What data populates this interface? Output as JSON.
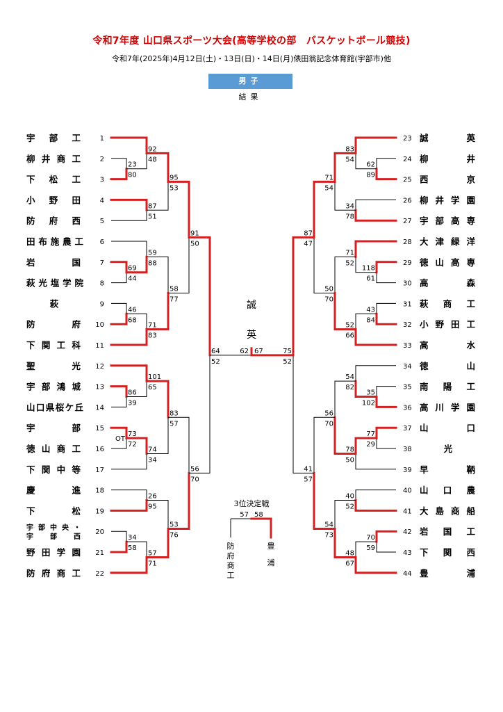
{
  "header": {
    "title": "令和7年度 山口県スポーツ大会(高等学校の部　バスケットボール競技)",
    "subtitle": "令和7年(2025年)4月12日(土)・13日(日)・14日(月)俵田翁記念体育館(宇部市)他",
    "division": "男子",
    "results_label": "結果"
  },
  "champion": [
    "誠",
    "英"
  ],
  "left_teams": [
    {
      "seed": "1",
      "name": "宇部工"
    },
    {
      "seed": "2",
      "name": "柳井商工"
    },
    {
      "seed": "3",
      "name": "下松工"
    },
    {
      "seed": "4",
      "name": "小野田"
    },
    {
      "seed": "5",
      "name": "防府西"
    },
    {
      "seed": "6",
      "name": "田布施農工"
    },
    {
      "seed": "7",
      "name": "岩国"
    },
    {
      "seed": "8",
      "name": "萩光塩学院"
    },
    {
      "seed": "9",
      "name": "萩"
    },
    {
      "seed": "10",
      "name": "防府"
    },
    {
      "seed": "11",
      "name": "下関工科"
    },
    {
      "seed": "12",
      "name": "聖光"
    },
    {
      "seed": "13",
      "name": "宇部鴻城"
    },
    {
      "seed": "14",
      "name": "山口県桜ケ丘"
    },
    {
      "seed": "15",
      "name": "宇部"
    },
    {
      "seed": "16",
      "name": "徳山商工"
    },
    {
      "seed": "17",
      "name": "下関中等"
    },
    {
      "seed": "18",
      "name": "慶進"
    },
    {
      "seed": "19",
      "name": "下松"
    },
    {
      "seed": "20",
      "name": "宇部中央・宇部西"
    },
    {
      "seed": "21",
      "name": "野田学園"
    },
    {
      "seed": "22",
      "name": "防府商工"
    }
  ],
  "right_teams": [
    {
      "seed": "23",
      "name": "誠英"
    },
    {
      "seed": "24",
      "name": "柳井"
    },
    {
      "seed": "25",
      "name": "西京"
    },
    {
      "seed": "26",
      "name": "柳井学園"
    },
    {
      "seed": "27",
      "name": "宇部高専"
    },
    {
      "seed": "28",
      "name": "大津緑洋"
    },
    {
      "seed": "29",
      "name": "徳山高専"
    },
    {
      "seed": "30",
      "name": "高森"
    },
    {
      "seed": "31",
      "name": "萩商工"
    },
    {
      "seed": "32",
      "name": "小野田工"
    },
    {
      "seed": "33",
      "name": "高水"
    },
    {
      "seed": "34",
      "name": "徳山"
    },
    {
      "seed": "35",
      "name": "南陽工"
    },
    {
      "seed": "36",
      "name": "高川学園"
    },
    {
      "seed": "37",
      "name": "山口"
    },
    {
      "seed": "38",
      "name": "光"
    },
    {
      "seed": "39",
      "name": "早鞆"
    },
    {
      "seed": "40",
      "name": "山口農"
    },
    {
      "seed": "41",
      "name": "大島商船"
    },
    {
      "seed": "42",
      "name": "岩国工"
    },
    {
      "seed": "43",
      "name": "下関西"
    },
    {
      "seed": "44",
      "name": "豊浦"
    }
  ],
  "scores": {
    "m_2_3": [
      "23",
      "80"
    ],
    "m_1_23": [
      "92",
      "48"
    ],
    "m_4_5": [
      "87",
      "51"
    ],
    "m_top3": [
      "95",
      "53"
    ],
    "m_7_8": [
      "69",
      "44"
    ],
    "m_6_78": [
      "59",
      "88"
    ],
    "m_9_10": [
      "46",
      "68"
    ],
    "m_910_11": [
      "71",
      "83"
    ],
    "m_mid": [
      "58",
      "77"
    ],
    "m_qL1": [
      "91",
      "50"
    ],
    "m_13_14": [
      "86",
      "39"
    ],
    "m_12_1314": [
      "101",
      "65"
    ],
    "m_15_16": [
      "73",
      "72"
    ],
    "ot_label": "OT",
    "m_1516_17": [
      "74",
      "34"
    ],
    "m_L3": [
      "83",
      "57"
    ],
    "m_18_19": [
      "26",
      "95"
    ],
    "m_20_21": [
      "34",
      "58"
    ],
    "m_2021_22": [
      "57",
      "71"
    ],
    "m_L4": [
      "53",
      "76"
    ],
    "m_qL2": [
      "56",
      "70"
    ],
    "m_semiL": [
      "64",
      "52"
    ],
    "final": [
      "62",
      "67"
    ],
    "r_24_25": [
      "62",
      "89"
    ],
    "r_23_2425": [
      "83",
      "54"
    ],
    "r_26_27": [
      "34",
      "78"
    ],
    "r_top3": [
      "71",
      "54"
    ],
    "r_29_30": [
      "118",
      "61"
    ],
    "r_28_2930": [
      "71",
      "52"
    ],
    "r_31_32": [
      "43",
      "84"
    ],
    "r_3132_33": [
      "52",
      "66"
    ],
    "r_mid": [
      "50",
      "70"
    ],
    "r_qR1": [
      "87",
      "47"
    ],
    "r_35_36": [
      "35",
      "102"
    ],
    "r_34_3536": [
      "54",
      "82"
    ],
    "r_37_38": [
      "77",
      "29"
    ],
    "r_3738_39": [
      "78",
      "50"
    ],
    "r_R3": [
      "56",
      "70"
    ],
    "r_40_41": [
      "40",
      "52"
    ],
    "r_42_43": [
      "70",
      "59"
    ],
    "r_4243_44": [
      "48",
      "67"
    ],
    "r_R4": [
      "54",
      "73"
    ],
    "r_qR2": [
      "41",
      "57"
    ],
    "r_semiR": [
      "75",
      "52"
    ]
  },
  "third_place": {
    "label": "3位決定戦",
    "scores": [
      "57",
      "58"
    ],
    "left_team": [
      "防",
      "府",
      "商",
      "工"
    ],
    "right_team": [
      "豊",
      "浦"
    ]
  }
}
